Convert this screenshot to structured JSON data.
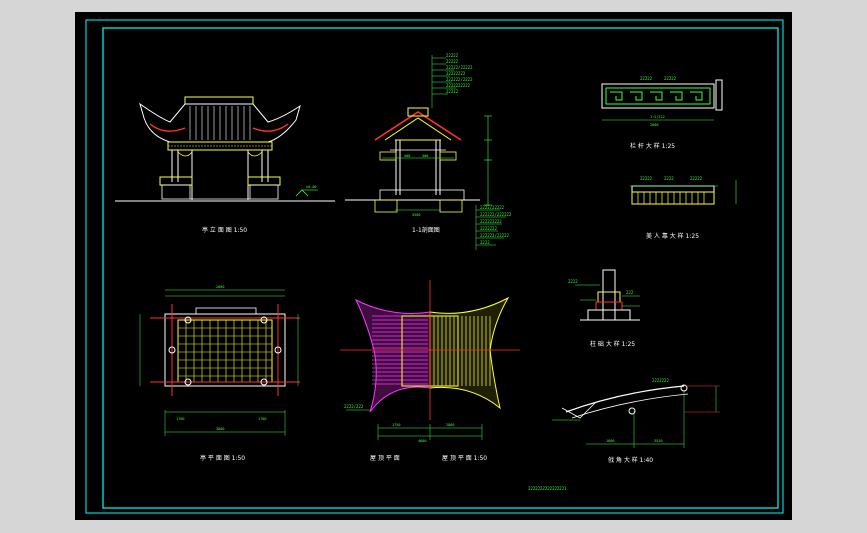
{
  "drawing": {
    "colors": {
      "background": "#d6d6d6",
      "canvas": "#000000",
      "frame": "#00ffff",
      "line_yellow": "#ffff33",
      "line_white": "#ffffff",
      "line_green": "#3cff3c",
      "line_red": "#ff3030",
      "line_magenta": "#ff33ff"
    },
    "views": {
      "front_elevation": "亭 立 面 图 1:50",
      "section": "1-1剖面图",
      "railing_detail": "栏 杆 大 样 1:25",
      "bench_detail": "美 人 靠 大 样 1:25",
      "base_detail": "柱 础 大 样 1:25",
      "plan": "亭 平 面 图 1:50",
      "roof_plan_left": "屋 顶 平 面",
      "roof_plan_right": "屋 顶 平 面 1:50",
      "eave_detail": "戗 角 大 样 1:40"
    },
    "footer_note": "2222222222222221"
  }
}
